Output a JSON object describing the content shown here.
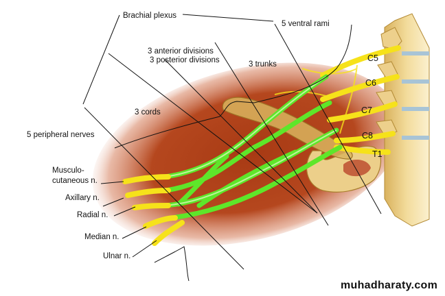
{
  "diagram": {
    "title": "Brachial plexus",
    "colors": {
      "nerve_yellow": "#f6e21a",
      "nerve_green": "#5ee62a",
      "bone": "#e8c97a",
      "tissue": "#b5471e",
      "disc": "#a8c4d6"
    },
    "labels": {
      "brachial_plexus": "Brachial plexus",
      "ventral_rami": "5 ventral rami",
      "anterior_divisions": "3 anterior divisions",
      "posterior_divisions": "3 posterior divisions",
      "trunks": "3 trunks",
      "cords": "3 cords",
      "peripheral_nerves": "5 peripheral nerves"
    },
    "nerves": [
      {
        "name": "Musculo-",
        "name2": "cutaneous n."
      },
      {
        "name": "Axillary n."
      },
      {
        "name": "Radial n."
      },
      {
        "name": "Median n."
      },
      {
        "name": "Ulnar n."
      }
    ],
    "roots": [
      "C5",
      "C6",
      "C7",
      "C8",
      "T1"
    ],
    "watermark": "muhadharaty.com"
  }
}
